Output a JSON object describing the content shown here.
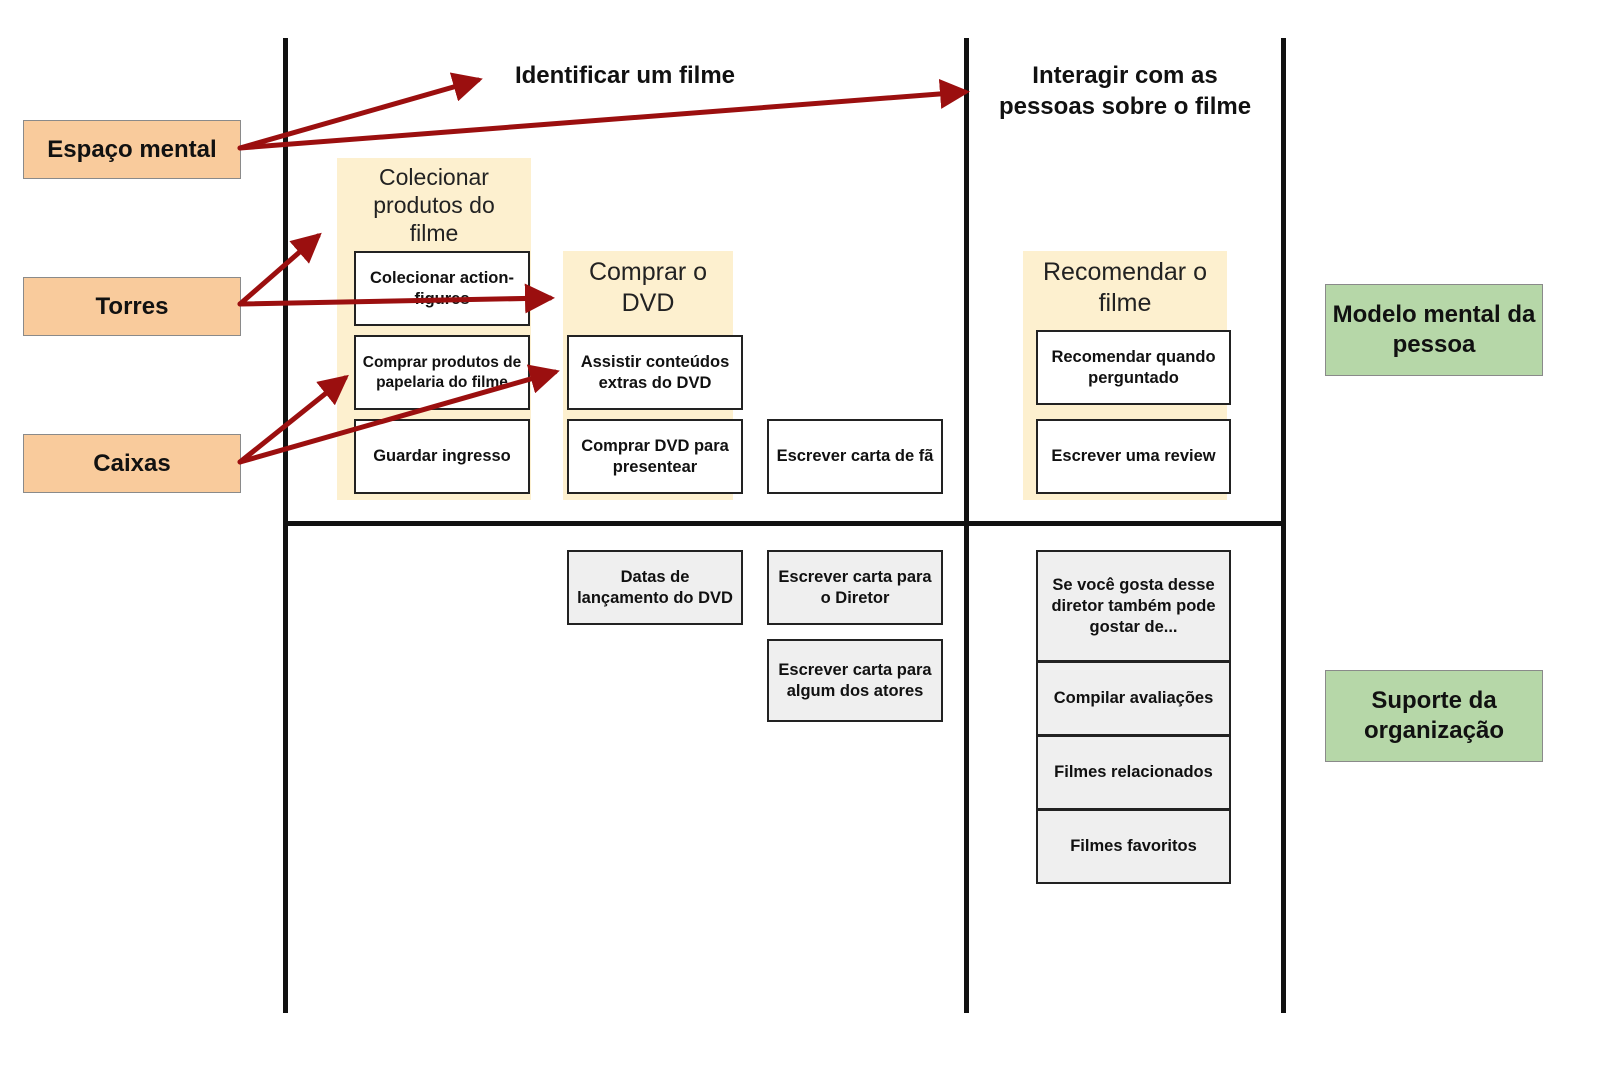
{
  "columns": {
    "identify": "Identificar um filme",
    "interact": "Interagir com as pessoas sobre o filme"
  },
  "left_labels": {
    "mental_space": "Espaço mental",
    "towers": "Torres",
    "boxes": "Caixas"
  },
  "right_labels": {
    "mental_model": "Modelo mental da pessoa",
    "org_support": "Suporte da organização"
  },
  "towers": {
    "collect": {
      "title": "Colecionar produtos do filme",
      "boxes": [
        "Colecionar action-figures",
        "Comprar produtos de papelaria do filme",
        "Guardar ingresso"
      ]
    },
    "buy_dvd": {
      "title": "Comprar o DVD",
      "boxes": [
        "Assistir conteúdos extras do DVD",
        "Comprar DVD para presentear"
      ]
    },
    "recommend": {
      "title": "Recomendar o filme",
      "boxes": [
        "Recomendar quando perguntado",
        "Escrever uma review"
      ]
    }
  },
  "standalone_box": "Escrever carta de fã",
  "support_boxes": {
    "dvd_dates": "Datas de lançamento do DVD",
    "letter_director": "Escrever carta para o Diretor",
    "letter_actors": "Escrever carta para algum dos atores",
    "director_suggest": "Se você gosta desse diretor também pode gostar de...",
    "compile_reviews": "Compilar avaliações",
    "related_movies": "Filmes relacionados",
    "favorite_movies": "Filmes favoritos"
  },
  "colors": {
    "arrow": "#9b0f0f",
    "left_label_fill": "#f9cb9c",
    "right_label_fill": "#b6d7a8",
    "tower_fill": "#fdf0cf",
    "support_box_fill": "#efefef"
  }
}
